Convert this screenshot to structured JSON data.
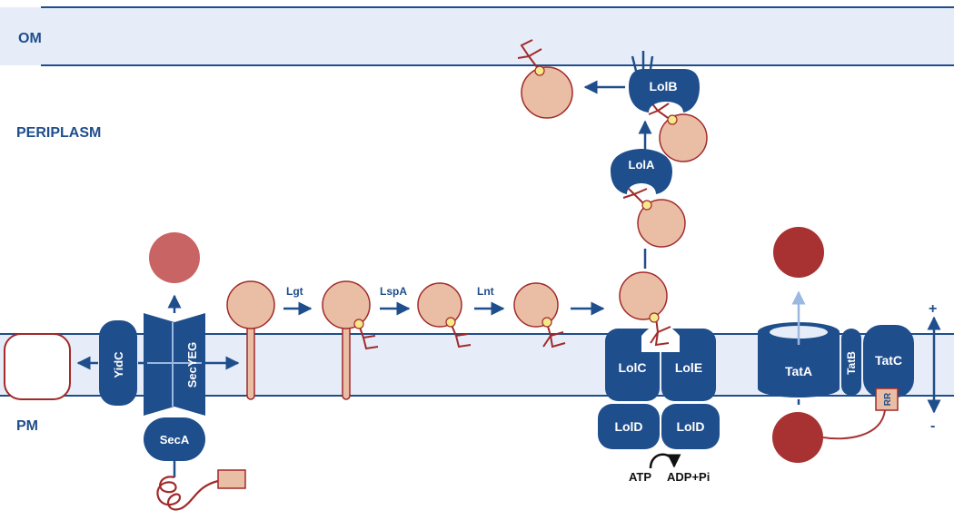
{
  "regions": {
    "om": "OM",
    "periplasm": "PERIPLASM",
    "pm": "PM"
  },
  "proteins": {
    "yidc": "YidC",
    "secyeg": "SecYEG",
    "seca": "SecA",
    "lolb": "LolB",
    "lola": "LolA",
    "lolc": "LolC",
    "lole": "LolE",
    "lold_left": "LolD",
    "lold_right": "LolD",
    "tata": "TatA",
    "tatb": "TatB",
    "tatc": "TatC",
    "rr": "RR"
  },
  "enzymes": {
    "lgt": "Lgt",
    "lspa": "LspA",
    "lnt": "Lnt"
  },
  "energy": {
    "atp": "ATP",
    "adp": "ADP+Pi"
  },
  "potential": {
    "plus": "+",
    "minus": "-"
  },
  "colors": {
    "navy": "#1f4e8c",
    "membrane": "#e6edf8",
    "lipoprotein": "#eabda5",
    "lipoprotein_outline": "#a12a2a",
    "folded_tat": "#a83232",
    "sec_substrate": "#c96464",
    "lipid_head": "#f7e98a"
  }
}
